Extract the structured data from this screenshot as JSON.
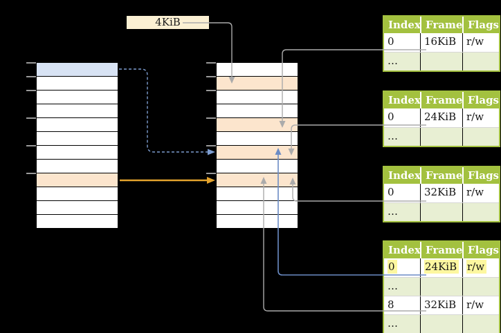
{
  "colors": {
    "cream": "#FBF0D3",
    "peach": "#FCE5CD",
    "blue-row": "#D8E3F4",
    "green": "#A3C13F",
    "green-light": "#E8EFD3",
    "highlight": "#FDF7A0",
    "gray-line": "#ABABAB",
    "blue-line": "#6B8CC5",
    "dash-line": "#7E9ED1",
    "orange-line": "#E4A32D"
  },
  "size_label": {
    "text": "4KiB"
  },
  "memory_tables": [
    {
      "id": "virtual-memory",
      "row_count": 12,
      "colored_rows": {
        "1": "blue",
        "9": "peach"
      },
      "tick_boundaries": [
        0,
        1,
        2,
        4,
        6,
        8
      ]
    },
    {
      "id": "physical-memory",
      "row_count": 12,
      "colored_rows": {
        "2": "peach",
        "5": "peach",
        "7": "peach",
        "9": "peach"
      },
      "tick_boundaries": [
        0,
        1,
        2,
        4,
        6,
        8
      ]
    }
  ],
  "page_tables": [
    {
      "id": "page-table-16kib",
      "columns": [
        "Index",
        "Frame",
        "Flags"
      ],
      "rows": [
        {
          "cells": [
            "0",
            "16KiB",
            "r/w"
          ]
        },
        {
          "cells": [
            "…",
            "",
            ""
          ],
          "shaded": true
        }
      ]
    },
    {
      "id": "page-table-24kib",
      "columns": [
        "Index",
        "Frame",
        "Flags"
      ],
      "rows": [
        {
          "cells": [
            "0",
            "24KiB",
            "r/w"
          ]
        },
        {
          "cells": [
            "…",
            "",
            ""
          ],
          "shaded": true
        }
      ]
    },
    {
      "id": "page-table-32kib",
      "columns": [
        "Index",
        "Frame",
        "Flags"
      ],
      "rows": [
        {
          "cells": [
            "0",
            "32KiB",
            "r/w"
          ]
        },
        {
          "cells": [
            "…",
            "",
            ""
          ],
          "shaded": true
        }
      ]
    },
    {
      "id": "page-table-mixed",
      "columns": [
        "Index",
        "Frame",
        "Flags"
      ],
      "rows": [
        {
          "cells": [
            "0",
            "24KiB",
            "r/w"
          ],
          "highlight": true
        },
        {
          "cells": [
            "…",
            "",
            ""
          ],
          "shaded": true
        },
        {
          "cells": [
            "8",
            "32KiB",
            "r/w"
          ]
        },
        {
          "cells": [
            "…",
            "",
            ""
          ],
          "shaded": true
        }
      ]
    }
  ],
  "arrows": [
    {
      "name": "arrow-size-label-to-frame",
      "style": "solid",
      "color": "#ABABAB"
    },
    {
      "name": "arrow-table16-to-frame",
      "style": "solid",
      "color": "#ABABAB"
    },
    {
      "name": "arrow-table24-to-frame",
      "style": "solid",
      "color": "#ABABAB"
    },
    {
      "name": "arrow-table32-to-frame",
      "style": "solid",
      "color": "#ABABAB"
    },
    {
      "name": "arrow-mixed-row0-to-frame",
      "style": "solid",
      "color": "#6B8CC5"
    },
    {
      "name": "arrow-mixed-row8-to-frame",
      "style": "solid",
      "color": "#ABABAB"
    },
    {
      "name": "arrow-virtual-page-to-frame",
      "style": "dashed",
      "color": "#7E9ED1"
    },
    {
      "name": "arrow-virtual-peach-page-to-frame",
      "style": "solid",
      "color": "#E4A32D"
    }
  ]
}
